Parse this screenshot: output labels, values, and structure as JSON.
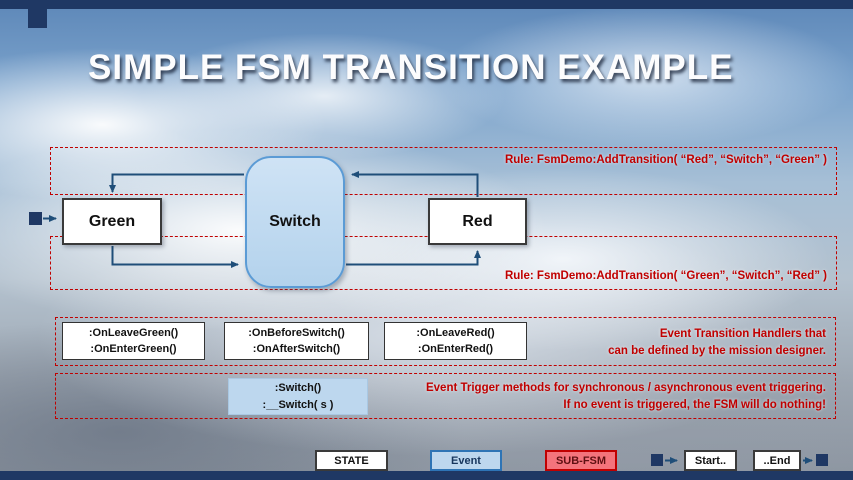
{
  "title": "SIMPLE FSM TRANSITION EXAMPLE",
  "rules": {
    "rule1": "Rule: FsmDemo:AddTransition( “Red”, “Switch”, “Green” )",
    "rule2": "Rule: FsmDemo:AddTransition( “Green”, “Switch”, “Red” )"
  },
  "states": {
    "green": "Green",
    "switch": "Switch",
    "red": "Red"
  },
  "handlers": {
    "boxes": [
      [
        ":OnLeaveGreen()",
        ":OnEnterGreen()"
      ],
      [
        ":OnBeforeSwitch()",
        ":OnAfterSwitch()"
      ],
      [
        ":OnLeaveRed()",
        ":OnEnterRed()"
      ]
    ],
    "note": [
      "Event Transition Handlers that",
      "can be defined by the mission designer."
    ]
  },
  "triggers": {
    "methods": [
      ":Switch()",
      ":__Switch( s )"
    ],
    "note": [
      "Event Trigger methods for synchronous / asynchronous event triggering.",
      "If no event is triggered, the FSM will do nothing!"
    ]
  },
  "legend": {
    "state": "STATE",
    "event": "Event",
    "subfsm": "SUB-FSM",
    "start": "Start..",
    "end": "..End"
  },
  "colors": {
    "navy": "#1F3864",
    "arrow": "#1F4E79",
    "event_fill": "#BDD7EE",
    "event_border": "#5B9BD5",
    "rule_red": "#C00000",
    "subfsm_fill": "#F4747C"
  }
}
